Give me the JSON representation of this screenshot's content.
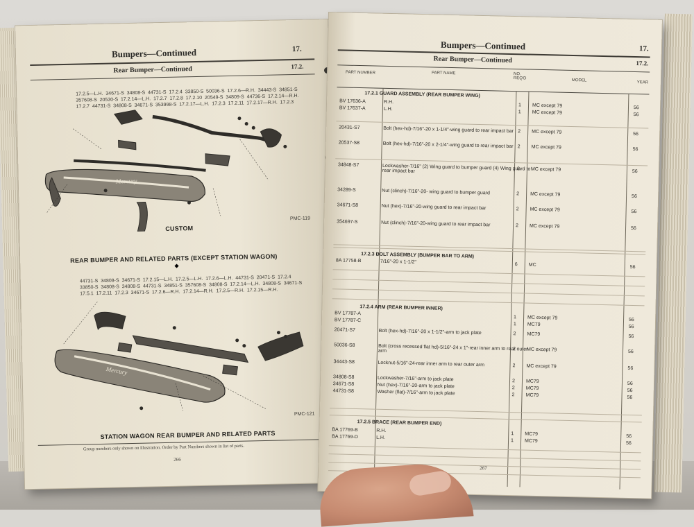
{
  "left_page": {
    "title": "Bumpers—Continued",
    "subtitle": "Rear Bumper—Continued",
    "group_no": "17.",
    "section_no": "17.2.",
    "custom_caption": "CUSTOM",
    "fig1_code": "PMC-119",
    "mid_caption": "REAR BUMPER AND RELATED PARTS (EXCEPT STATION WAGON)",
    "bottom_caption": "STATION WAGON REAR BUMPER AND RELATED PARTS",
    "fig2_code": "PMC-121",
    "footnote": "Group numbers only shown on illustration. Order by Part Numbers shown in list of parts.",
    "page_number": "266",
    "callouts_top": [
      "17.2.5—L.H.",
      "34671-S",
      "34808-S",
      "44731-S",
      "17.2.4",
      "33850-S",
      "50036-S",
      "17.2.6—R.H.",
      "34443-S",
      "34851-S",
      "357608-S",
      "20530-S",
      "17.2.14—L.H.",
      "17.2.7",
      "17.2.8",
      "17.2.10",
      "20549-S",
      "34809-S",
      "44736-S",
      "17.2.14—R.H.",
      "17.2.7",
      "44731-S",
      "34808-S",
      "34671-S",
      "353998-S",
      "17.2.17—L.H.",
      "17.2.3",
      "17.2.11",
      "17.2.17—R.H.",
      "17.2.3"
    ],
    "callouts_bottom": [
      "44731-S",
      "34808-S",
      "34671-S",
      "17.2.15—L.H.",
      "17.2.5—L.H.",
      "17.2.6—L.H.",
      "44731-S",
      "20471-S",
      "17.2.4",
      "33850-S",
      "34808-S",
      "34808-S",
      "44731-S",
      "34851-S",
      "357608-S",
      "34808-S",
      "17.2.14—L.H.",
      "34808-S",
      "34671-S",
      "17.5.1",
      "17.2.11",
      "17.2.3",
      "34671-S",
      "17.2.6—R.H.",
      "17.2.14—R.H.",
      "17.2.5—R.H.",
      "17.2.15—R.H."
    ]
  },
  "right_page": {
    "title": "Bumpers—Continued",
    "subtitle": "Rear Bumper—Continued",
    "group_no": "17.",
    "section_no": "17.2.",
    "col_part_number": "PART NUMBER",
    "col_part_name": "PART NAME",
    "col_no_req": "NO. REQ'D",
    "col_model": "MODEL",
    "col_year": "YEAR",
    "page_number": "267",
    "sections": [
      {
        "heading": "17.2.1  GUARD ASSEMBLY (REAR BUMPER WING)",
        "rows": [
          {
            "pn": "BV 17636-A",
            "name": "R.H.",
            "qty": "1",
            "model": "MC except 79",
            "year": "56"
          },
          {
            "pn": "BV 17637-A",
            "name": "L.H.",
            "qty": "1",
            "model": "MC except 79",
            "year": "56"
          },
          {
            "pn": "20431-S7",
            "name": "Bolt (hex-hd)-7/16\"-20 x 1-1/4\"-wing guard to rear impact bar",
            "qty": "2",
            "model": "MC except 79",
            "year": "56"
          },
          {
            "pn": "20537-S8",
            "name": "Bolt (hex-hd)-7/16\"-20 x 2-1/4\"-wing guard to rear impact bar",
            "qty": "2",
            "model": "MC except 79",
            "year": "56"
          },
          {
            "pn": "34848-S7",
            "name": "Lockwasher-7/16\" (2) Wing guard to bumper guard (4) Wing guard to rear impact bar",
            "qty": "6",
            "model": "MC except 79",
            "year": "56"
          },
          {
            "pn": "34289-S",
            "name": "Nut (clinch)-7/16\"-20- wing guard to bumper guard",
            "qty": "2",
            "model": "MC except 79",
            "year": "56"
          },
          {
            "pn": "34671-S8",
            "name": "Nut (hex)-7/16\"-20-wing guard to rear impact bar",
            "qty": "2",
            "model": "MC except 79",
            "year": "56"
          },
          {
            "pn": "354697-S",
            "name": "Nut (clinch)-7/16\"-20-wing guard to rear impact bar",
            "qty": "2",
            "model": "MC except 79",
            "year": "56"
          }
        ]
      },
      {
        "heading": "17.2.3  BOLT ASSEMBLY (BUMPER BAR TO ARM)",
        "rows": [
          {
            "pn": "8A 17758-B",
            "name": "7/16\"-20 x 1-1/2\"",
            "qty": "6",
            "model": "MC",
            "year": "56"
          }
        ]
      },
      {
        "heading": "17.2.4  ARM (REAR BUMPER INNER)",
        "rows": [
          {
            "pn": "BV 17787-A",
            "name": "",
            "qty": "1",
            "model": "MC except 79",
            "year": "56"
          },
          {
            "pn": "BV 17787-C",
            "name": "",
            "qty": "1",
            "model": "MC79",
            "year": "56"
          },
          {
            "pn": "20471-S7",
            "name": "Bolt (hex-hd)-7/16\"-20 x 1-1/2\"-arm to jack plate",
            "qty": "2",
            "model": "MC79",
            "year": "56"
          },
          {
            "pn": "50036-S8",
            "name": "Bolt (cross recessed flat hd)-5/16\"-24 x 1\"-rear inner arm to rear outer arm",
            "qty": "2",
            "model": "MC except 79",
            "year": "56"
          },
          {
            "pn": "34443-S8",
            "name": "Locknut-5/16\"-24-rear inner arm to rear outer arm",
            "qty": "2",
            "model": "MC except 79",
            "year": "56"
          },
          {
            "pn": "34808-S8",
            "name": "Lockwasher-7/16\"-arm to jack plate",
            "qty": "2",
            "model": "MC79",
            "year": "56"
          },
          {
            "pn": "34671-S8",
            "name": "Nut (hex)-7/16\"-20-arm to jack plate",
            "qty": "2",
            "model": "MC79",
            "year": "56"
          },
          {
            "pn": "44731-S8",
            "name": "Washer (flat)-7/16\"-arm to jack plate",
            "qty": "2",
            "model": "MC79",
            "year": "56"
          }
        ]
      },
      {
        "heading": "17.2.5  BRACE (REAR BUMPER END)",
        "rows": [
          {
            "pn": "BA 17769-B",
            "name": "R.H.",
            "qty": "1",
            "model": "MC79",
            "year": "56"
          },
          {
            "pn": "BA 17769-D",
            "name": "L.H.",
            "qty": "1",
            "model": "MC79",
            "year": "56"
          }
        ]
      }
    ]
  }
}
